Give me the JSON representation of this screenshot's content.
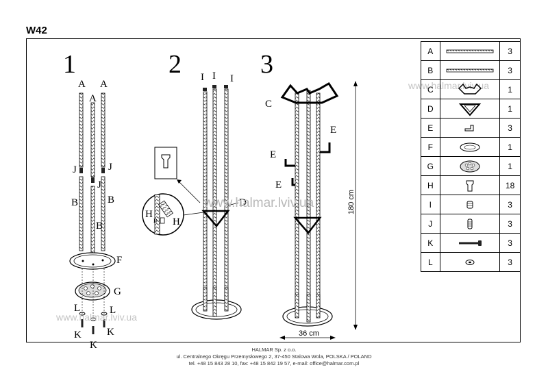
{
  "model": "W42",
  "steps": [
    "1",
    "2",
    "3"
  ],
  "labels": {
    "A": "A",
    "B": "B",
    "C": "C",
    "D": "D",
    "E": "E",
    "F": "F",
    "G": "G",
    "H": "H",
    "I": "I",
    "J": "J",
    "K": "K",
    "L": "L"
  },
  "dimensions": {
    "height": "180 cm",
    "width": "36 cm"
  },
  "watermark": "www.halmar.lviv.ua",
  "watermark_partial": "www.halmar.lviv.ua",
  "parts": [
    {
      "letter": "A",
      "qty": "3",
      "icon": "long-tube-icon"
    },
    {
      "letter": "B",
      "qty": "3",
      "icon": "long-tube-icon"
    },
    {
      "letter": "C",
      "qty": "1",
      "icon": "top-hook-crown-icon"
    },
    {
      "letter": "D",
      "qty": "1",
      "icon": "triangle-bracket-icon"
    },
    {
      "letter": "E",
      "qty": "3",
      "icon": "side-hook-icon"
    },
    {
      "letter": "F",
      "qty": "1",
      "icon": "base-plate-icon"
    },
    {
      "letter": "G",
      "qty": "1",
      "icon": "round-weight-icon"
    },
    {
      "letter": "H",
      "qty": "18",
      "icon": "clip-icon"
    },
    {
      "letter": "I",
      "qty": "3",
      "icon": "end-cap-icon"
    },
    {
      "letter": "J",
      "qty": "3",
      "icon": "connector-icon"
    },
    {
      "letter": "K",
      "qty": "3",
      "icon": "bolt-icon"
    },
    {
      "letter": "L",
      "qty": "3",
      "icon": "washer-icon"
    }
  ],
  "footer": {
    "company": "HALMAR Sp. z o.o.",
    "address": "ul. Centralnego Okręgu Przemysłowego 2, 37-450 Stalowa Wola, POLSKA / POLAND",
    "contact": "tel. +48 15 843 28 10, fax: +48 15 842 19 57, e-mail: office@halmar.com.pl"
  }
}
